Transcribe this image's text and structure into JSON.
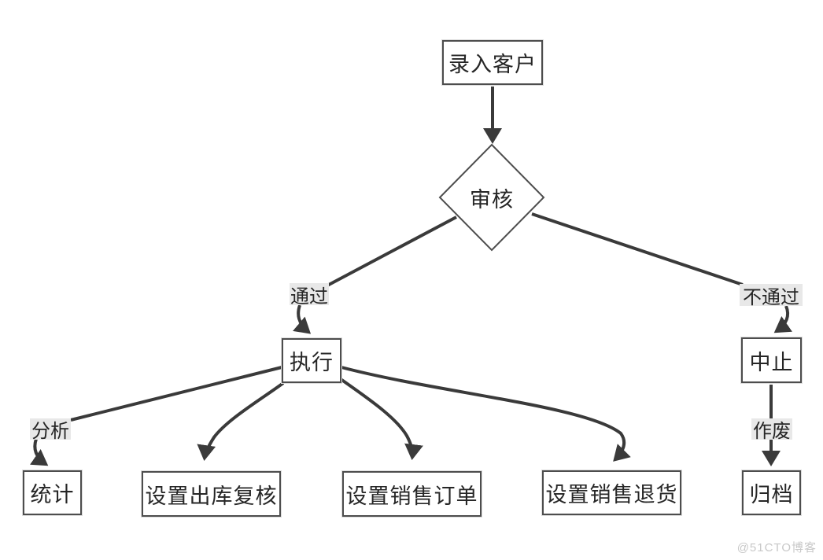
{
  "diagram": {
    "type": "flowchart",
    "nodes": {
      "enter_customer": {
        "label": "录入客户",
        "shape": "rectangle"
      },
      "review": {
        "label": "审核",
        "shape": "diamond"
      },
      "execute": {
        "label": "执行",
        "shape": "rectangle"
      },
      "abort": {
        "label": "中止",
        "shape": "rectangle"
      },
      "stats": {
        "label": "统计",
        "shape": "rectangle"
      },
      "set_outbound_recheck": {
        "label": "设置出库复核",
        "shape": "rectangle"
      },
      "set_sales_order": {
        "label": "设置销售订单",
        "shape": "rectangle"
      },
      "set_sales_return": {
        "label": "设置销售退货",
        "shape": "rectangle"
      },
      "archive": {
        "label": "归档",
        "shape": "rectangle"
      }
    },
    "edge_labels": {
      "pass": "通过",
      "fail": "不通过",
      "analyze": "分析",
      "void": "作废"
    },
    "edges": [
      {
        "from": "enter_customer",
        "to": "review",
        "label": ""
      },
      {
        "from": "review",
        "to": "execute",
        "label": "通过"
      },
      {
        "from": "review",
        "to": "abort",
        "label": "不通过"
      },
      {
        "from": "execute",
        "to": "stats",
        "label": "分析"
      },
      {
        "from": "execute",
        "to": "set_outbound_recheck",
        "label": ""
      },
      {
        "from": "execute",
        "to": "set_sales_order",
        "label": ""
      },
      {
        "from": "execute",
        "to": "set_sales_return",
        "label": ""
      },
      {
        "from": "abort",
        "to": "archive",
        "label": "作废"
      }
    ],
    "watermark": "@51CTO博客",
    "colors": {
      "line": "#3a3a3a",
      "node_border": "#4d4d4d",
      "node_fill": "#ffffff",
      "label_bg": "#e8e8e8",
      "text": "#262626",
      "watermark": "#c8c8c8",
      "canvas_bg": "#ffffff"
    }
  }
}
